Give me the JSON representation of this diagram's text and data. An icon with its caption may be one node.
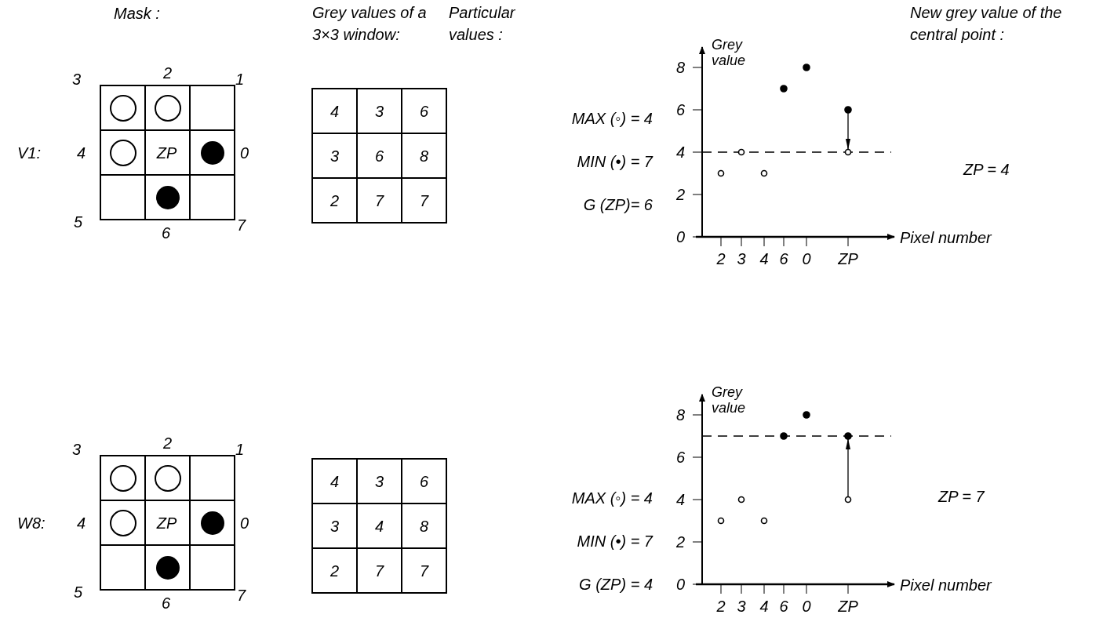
{
  "diagram": {
    "labels": [
      "Mask :",
      "Grey values of a 3×3 window:",
      "Particular values :",
      "New grey value of the central point :",
      "2",
      "3",
      "1",
      "V1:",
      "4",
      "ZP",
      "0",
      "5",
      "7",
      "6",
      "4",
      "3",
      "6",
      "3",
      "6",
      "8",
      "2",
      "7",
      "7",
      "MAX (◦) = 4",
      "MIN (•) = 7",
      "G (ZP)= 6",
      "ZP = 4",
      "2",
      "3",
      "1",
      "W8:",
      "4",
      "ZP",
      "0",
      "5",
      "7",
      "6",
      "4",
      "3",
      "6",
      "3",
      "4",
      "8",
      "2",
      "7",
      "7",
      "MAX (◦) = 4",
      "MIN (•) = 7",
      "G (ZP) = 4",
      "ZP = 7"
    ],
    "chart_data": [
      {
        "type": "scatter",
        "xlabel": "Pixel number",
        "ylabel": "Grey value",
        "categories": [
          "2",
          "3",
          "4",
          "6",
          "0",
          "ZP"
        ],
        "yticks": [
          0,
          2,
          4,
          6,
          8
        ],
        "ylim": [
          0,
          9
        ],
        "series": [
          {
            "color": "#ffffff",
            "values": [
              3,
              4,
              3,
              null,
              null,
              4
            ]
          },
          {
            "color": "#000000",
            "values": [
              null,
              null,
              null,
              7,
              8,
              6
            ]
          }
        ],
        "ref_lines": [
          {
            "axis": "y",
            "value": 4
          }
        ]
      },
      {
        "type": "scatter",
        "xlabel": "Pixel number",
        "ylabel": "Grey value",
        "categories": [
          "2",
          "3",
          "4",
          "6",
          "0",
          "ZP"
        ],
        "yticks": [
          0,
          2,
          4,
          6,
          8
        ],
        "ylim": [
          0,
          9
        ],
        "series": [
          {
            "color": "#ffffff",
            "values": [
              3,
              4,
              3,
              null,
              null,
              4
            ]
          },
          {
            "color": "#000000",
            "values": [
              null,
              null,
              null,
              7,
              8,
              7
            ]
          }
        ],
        "ref_lines": [
          {
            "axis": "y",
            "value": 7
          }
        ]
      }
    ]
  }
}
